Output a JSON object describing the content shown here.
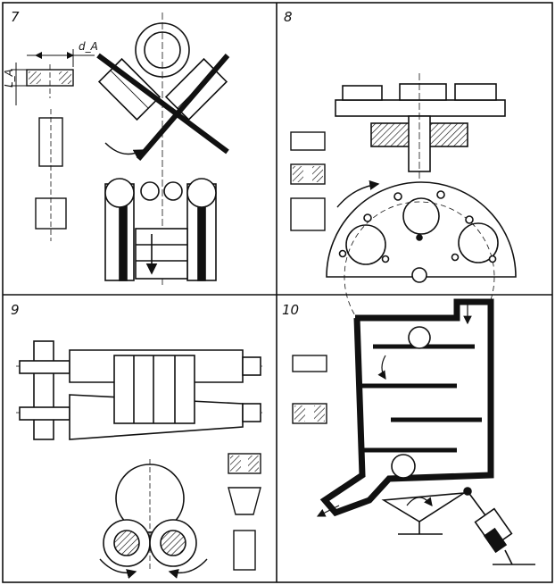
{
  "panels": [
    {
      "number": "7",
      "dim_width": "d_A",
      "dim_height": "L_A"
    },
    {
      "number": "8"
    },
    {
      "number": "9"
    },
    {
      "number": "10"
    }
  ],
  "colors": {
    "ink": "#111111",
    "paper": "#ffffff"
  }
}
